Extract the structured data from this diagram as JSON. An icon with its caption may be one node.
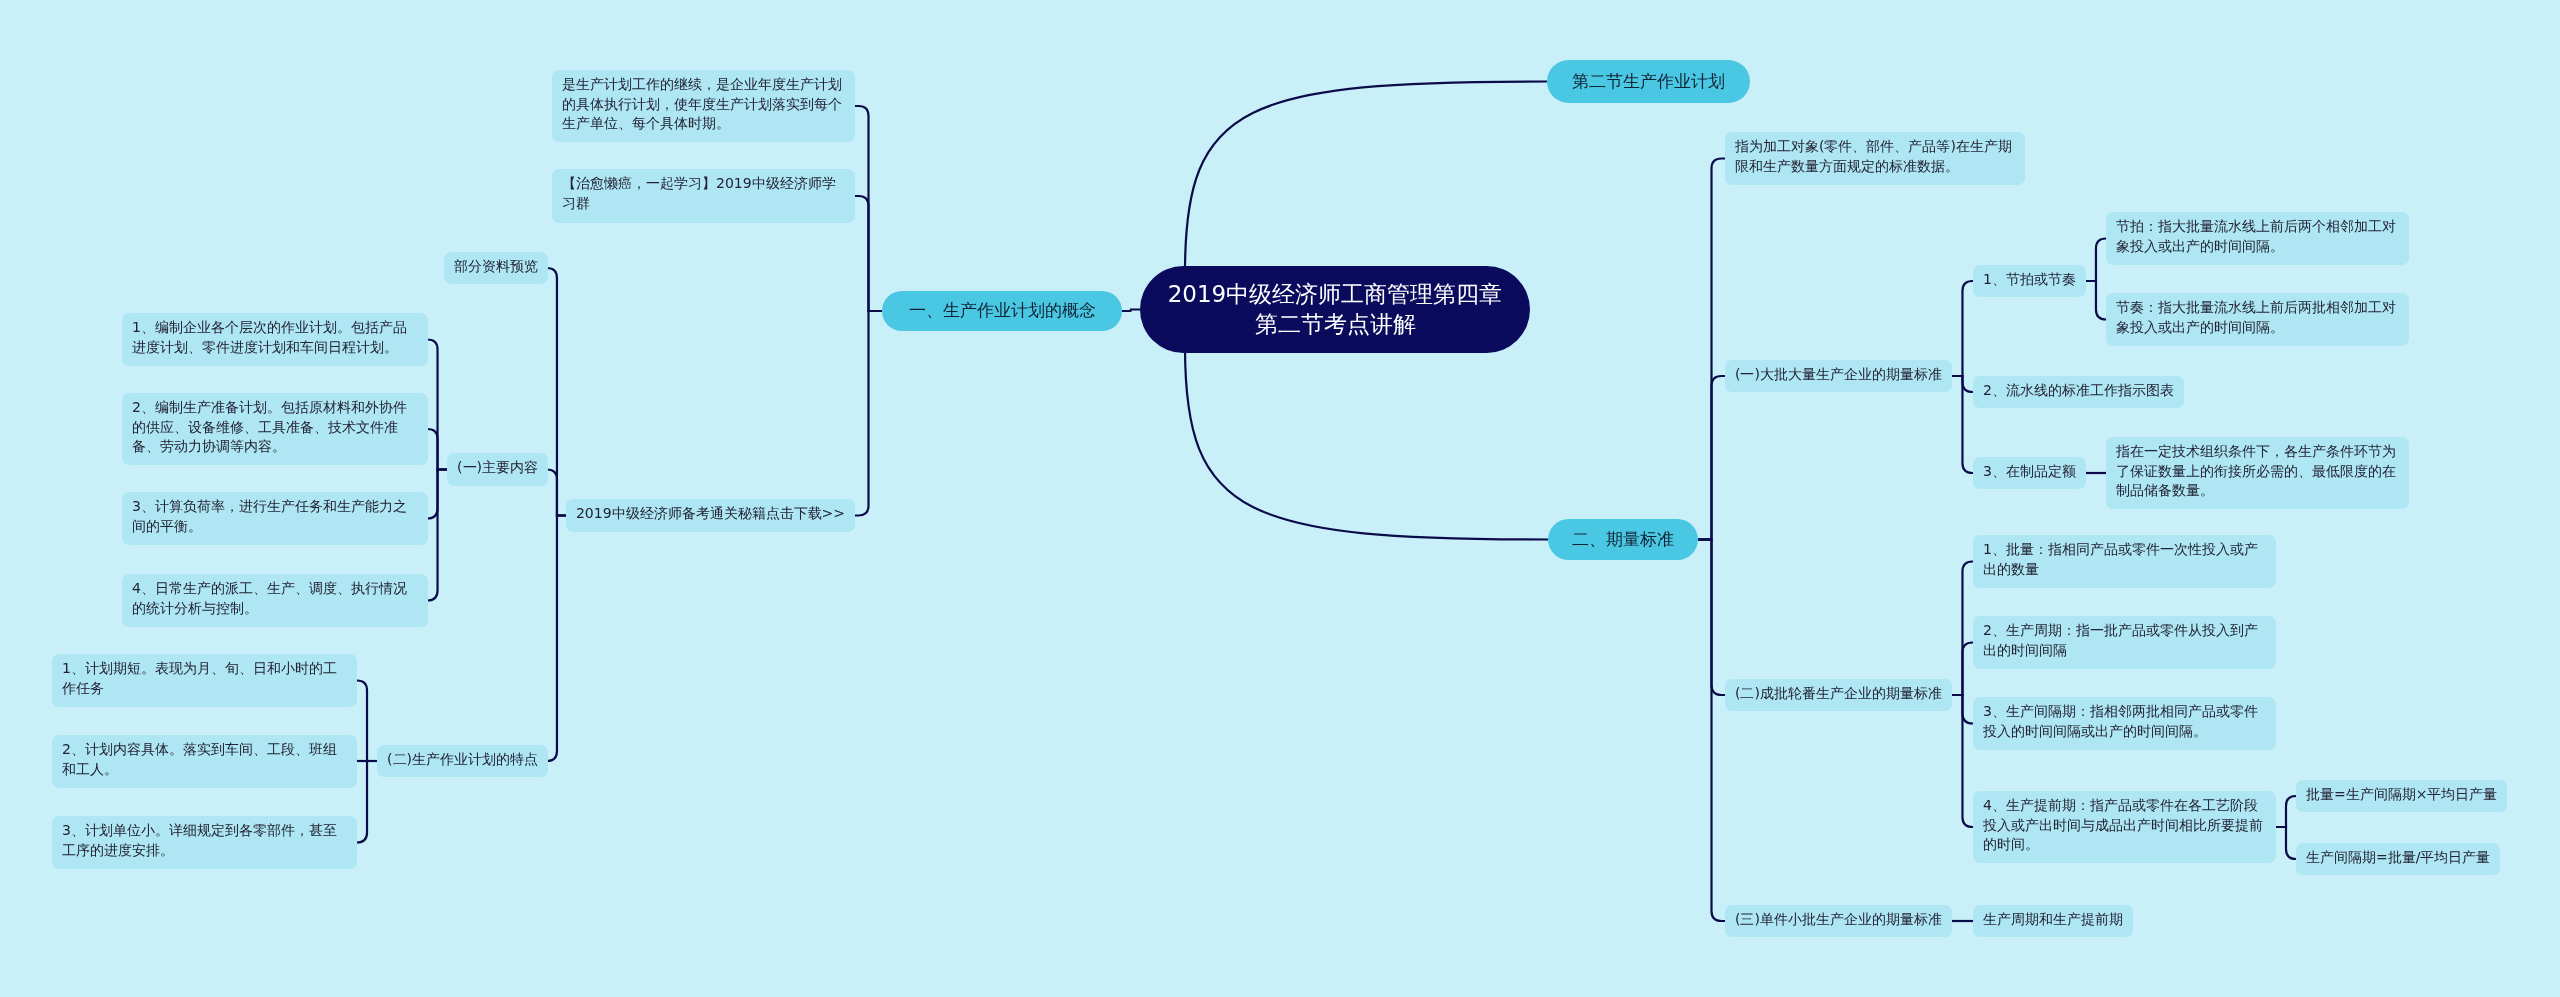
{
  "diagram": {
    "nodes": [
      {
        "text": [
          "2019中级经济师工商管理第四章第二节考点讲解"
        ]
      },
      {
        "text": [
          "一、生产作业计划的概念"
        ]
      },
      {
        "text": [
          "是生产计划工作的继续，是企业年度生产计划的具体执行计划，使年度生产计划落实到每个生产单位、每个具体时期。"
        ]
      },
      {
        "text": [
          "【治愈懒癌，一起学习】2019中级经济师学习群"
        ]
      },
      {
        "text": [
          "2019中级经济师备考通关秘籍点击下载>>"
        ]
      },
      {
        "text": [
          "部分资料预览"
        ]
      },
      {
        "text": [
          "(一)主要内容"
        ]
      },
      {
        "text": [
          "1、编制企业各个层次的作业计划。包括产品进度计划、零件进度计划和车间日程计划。"
        ]
      },
      {
        "text": [
          "2、编制生产准备计划。包括原材料和外协件的供应、设备维修、工具准备、技术文件准备、劳动力协调等内容。"
        ]
      },
      {
        "text": [
          "3、计算负荷率，进行生产任务和生产能力之间的平衡。"
        ]
      },
      {
        "text": [
          "4、日常生产的派工、生产、调度、执行情况的统计分析与控制。"
        ]
      },
      {
        "text": [
          "(二)生产作业计划的特点"
        ]
      },
      {
        "text": [
          "1、计划期短。表现为月、旬、日和小时的工作任务"
        ]
      },
      {
        "text": [
          "2、计划内容具体。落实到车间、工段、班组和工人。"
        ]
      },
      {
        "text": [
          "3、计划单位小。详细规定到各零部件，甚至工序的进度安排。"
        ]
      },
      {
        "text": [
          "第二节生产作业计划"
        ]
      },
      {
        "text": [
          "二、期量标准"
        ]
      },
      {
        "text": [
          "指为加工对象(零件、部件、产品等)在生产期限和生产数量方面规定的标准数据。"
        ]
      },
      {
        "text": [
          "(一)大批大量生产企业的期量标准"
        ]
      },
      {
        "text": [
          "1、节拍或节奏"
        ]
      },
      {
        "text": [
          "节拍：指大批量流水线上前后两个相邻加工对象投入或出产的时间间隔。"
        ]
      },
      {
        "text": [
          "节奏：指大批量流水线上前后两批相邻加工对象投入或出产的时间间隔。"
        ]
      },
      {
        "text": [
          "2、流水线的标准工作指示图表"
        ]
      },
      {
        "text": [
          "3、在制品定额"
        ]
      },
      {
        "text": [
          "指在一定技术组织条件下，各生产条件环节为了保证数量上的衔接所必需的、最低限度的在制品储备数量。"
        ]
      },
      {
        "text": [
          "(二)成批轮番生产企业的期量标准"
        ]
      },
      {
        "text": [
          "1、批量：指相同产品或零件一次性投入或产出的数量"
        ]
      },
      {
        "text": [
          "2、生产周期：指一批产品或零件从投入到产出的时间间隔"
        ]
      },
      {
        "text": [
          "3、生产间隔期：指相邻两批相同产品或零件投入的时间间隔或出产的时间间隔。"
        ]
      },
      {
        "text": [
          "4、生产提前期：指产品或零件在各工艺阶段投入或产出时间与成品出产时间相比所要提前的时间。"
        ]
      },
      {
        "text": [
          "批量=生产间隔期×平均日产量"
        ]
      },
      {
        "text": [
          "生产间隔期=批量/平均日产量"
        ]
      },
      {
        "text": [
          "(三)单件小批生产企业的期量标准"
        ]
      },
      {
        "text": [
          "生产周期和生产提前期"
        ]
      }
    ],
    "edges": [
      {
        "from": 0,
        "to": 1,
        "arrow": "none"
      },
      {
        "from": 1,
        "to": 2,
        "arrow": "none"
      },
      {
        "from": 1,
        "to": 3,
        "arrow": "none"
      },
      {
        "from": 1,
        "to": 4,
        "arrow": "none"
      },
      {
        "from": 4,
        "to": 5,
        "arrow": "none"
      },
      {
        "from": 4,
        "to": 6,
        "arrow": "none"
      },
      {
        "from": 4,
        "to": 11,
        "arrow": "none"
      },
      {
        "from": 6,
        "to": 7,
        "arrow": "none"
      },
      {
        "from": 6,
        "to": 8,
        "arrow": "none"
      },
      {
        "from": 6,
        "to": 9,
        "arrow": "none"
      },
      {
        "from": 6,
        "to": 10,
        "arrow": "none"
      },
      {
        "from": 11,
        "to": 12,
        "arrow": "none"
      },
      {
        "from": 11,
        "to": 13,
        "arrow": "none"
      },
      {
        "from": 11,
        "to": 14,
        "arrow": "none"
      },
      {
        "from": 0,
        "to": 15,
        "arrow": "none"
      },
      {
        "from": 0,
        "to": 16,
        "arrow": "none"
      },
      {
        "from": 16,
        "to": 17,
        "arrow": "none"
      },
      {
        "from": 16,
        "to": 18,
        "arrow": "none"
      },
      {
        "from": 16,
        "to": 25,
        "arrow": "none"
      },
      {
        "from": 16,
        "to": 32,
        "arrow": "none"
      },
      {
        "from": 18,
        "to": 19,
        "arrow": "none"
      },
      {
        "from": 18,
        "to": 22,
        "arrow": "none"
      },
      {
        "from": 18,
        "to": 23,
        "arrow": "none"
      },
      {
        "from": 19,
        "to": 20,
        "arrow": "none"
      },
      {
        "from": 19,
        "to": 21,
        "arrow": "none"
      },
      {
        "from": 23,
        "to": 24,
        "arrow": "none"
      },
      {
        "from": 25,
        "to": 26,
        "arrow": "none"
      },
      {
        "from": 25,
        "to": 27,
        "arrow": "none"
      },
      {
        "from": 25,
        "to": 28,
        "arrow": "none"
      },
      {
        "from": 25,
        "to": 29,
        "arrow": "none"
      },
      {
        "from": 29,
        "to": 30,
        "arrow": "none"
      },
      {
        "from": 29,
        "to": 31,
        "arrow": "none"
      },
      {
        "from": 32,
        "to": 33,
        "arrow": "none"
      }
    ]
  }
}
